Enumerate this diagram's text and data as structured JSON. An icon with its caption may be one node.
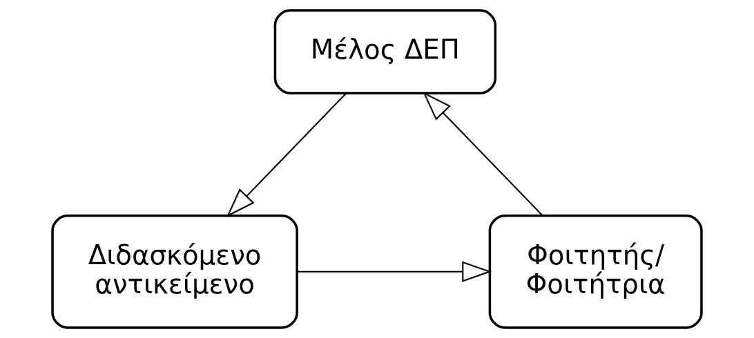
{
  "diagram": {
    "nodes": [
      {
        "text": [
          "Μέλος ΔΕΠ"
        ]
      },
      {
        "text": [
          "Διδασκόμενο αντικείμενο"
        ]
      },
      {
        "text": [
          "Φοιτητής/ Φοιτήτρια"
        ]
      }
    ],
    "edges": [
      {
        "from": 0,
        "to": 1,
        "arrow": "to"
      },
      {
        "from": 1,
        "to": 2,
        "arrow": "to"
      },
      {
        "from": 2,
        "to": 0,
        "arrow": "to"
      }
    ]
  }
}
